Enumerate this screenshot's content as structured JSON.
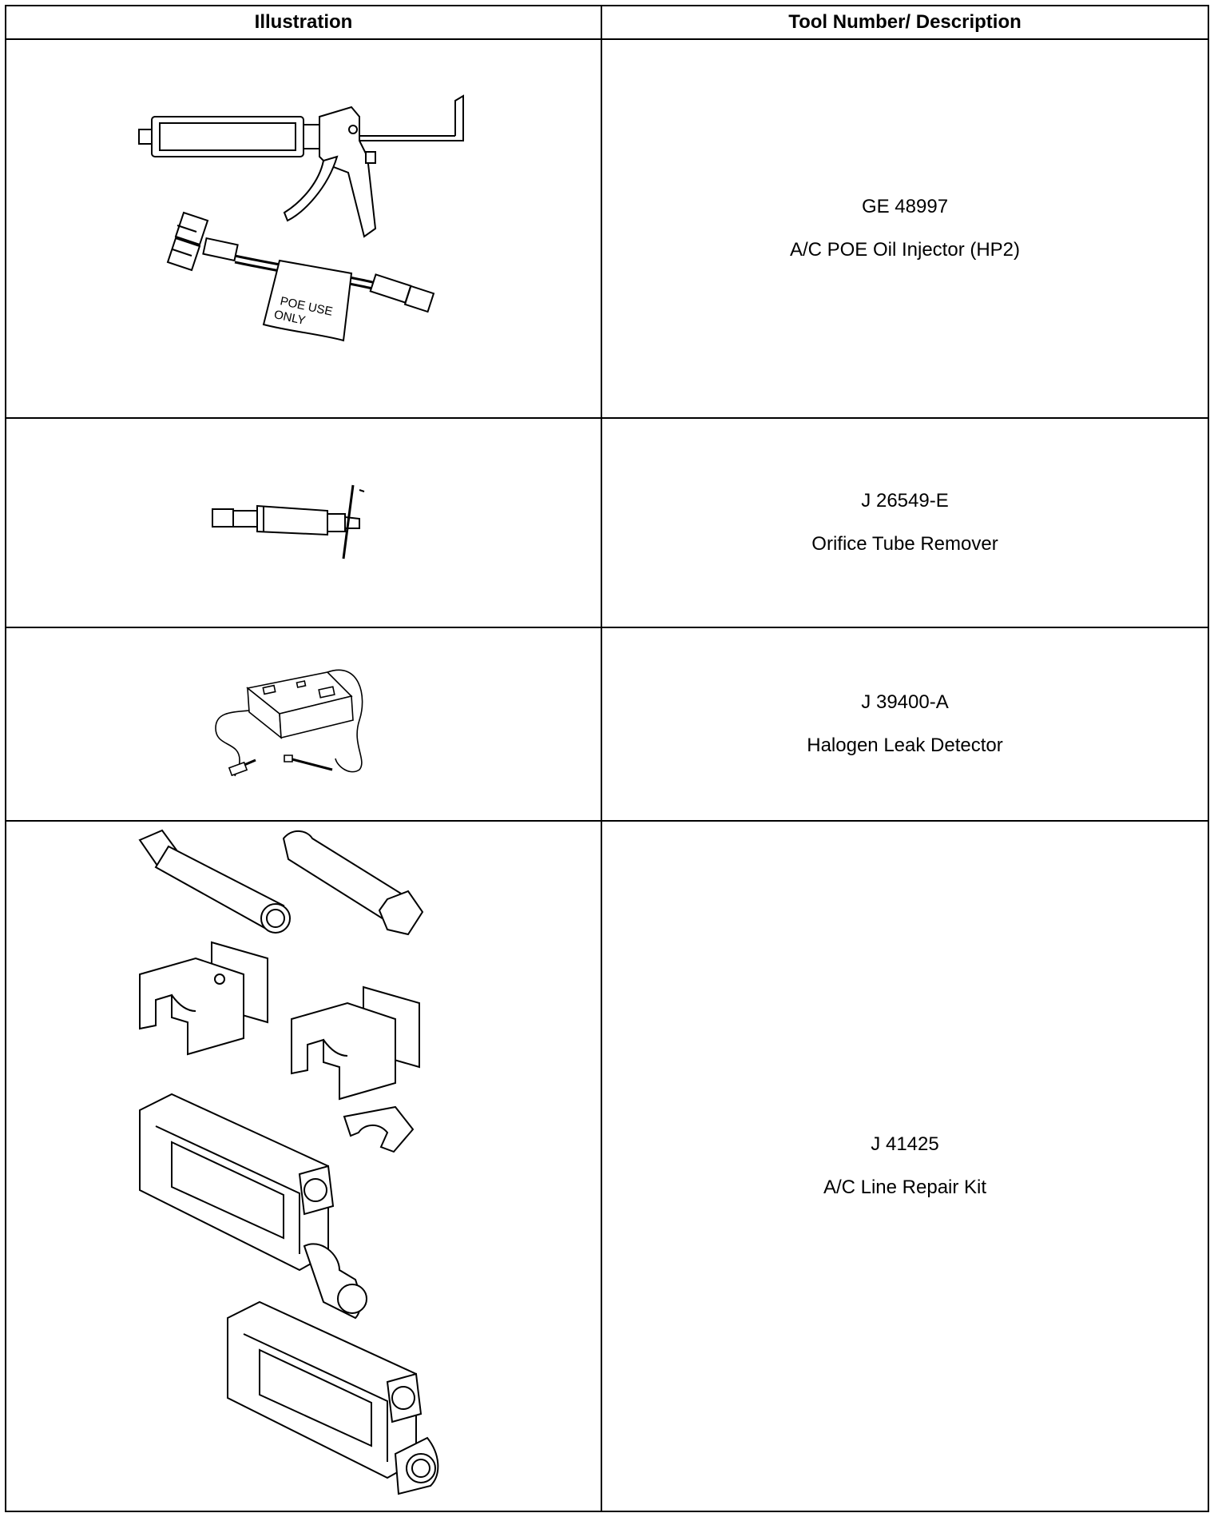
{
  "table": {
    "headers": [
      "Illustration",
      "Tool Number/ Description"
    ],
    "rows": [
      {
        "tool_number": "GE 48997",
        "description": "A/C POE Oil Injector (HP2)",
        "tag_text": "POE USE ONLY"
      },
      {
        "tool_number": "J 26549-E",
        "description": "Orifice Tube Remover"
      },
      {
        "tool_number": "J 39400-A",
        "description": "Halogen Leak Detector"
      },
      {
        "tool_number": "J 41425",
        "description": "A/C Line Repair Kit"
      }
    ]
  }
}
